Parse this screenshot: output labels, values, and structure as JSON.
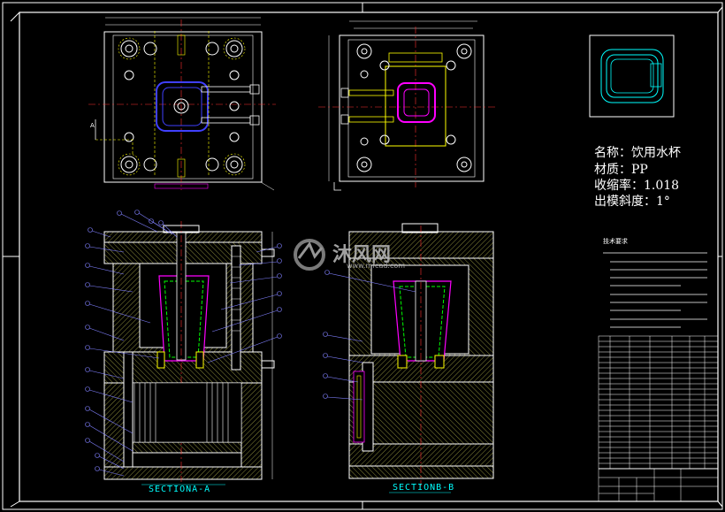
{
  "part_info": {
    "name": "名称：饮用水杯",
    "material": "材质：PP",
    "shrinkage": "收缩率：1.018",
    "draft": "出模斜度：1°"
  },
  "tech_requirements": {
    "title": "技术要求"
  },
  "sections": {
    "a": "SECTIONA-A",
    "b": "SECTIONB-B"
  },
  "watermark": {
    "brand": "沐风网",
    "url": "www.mfcad.com"
  },
  "colors": {
    "background": "#000000",
    "outline": "#ffffff",
    "hatch": "#8a8a3a",
    "cyan": "#00ffff",
    "magenta": "#ff00ff",
    "red": "#ff3030",
    "yellow": "#ffff00",
    "green": "#00ff00",
    "blue": "#4040ff",
    "balloon": "#8080ff"
  },
  "section_marker": "A"
}
